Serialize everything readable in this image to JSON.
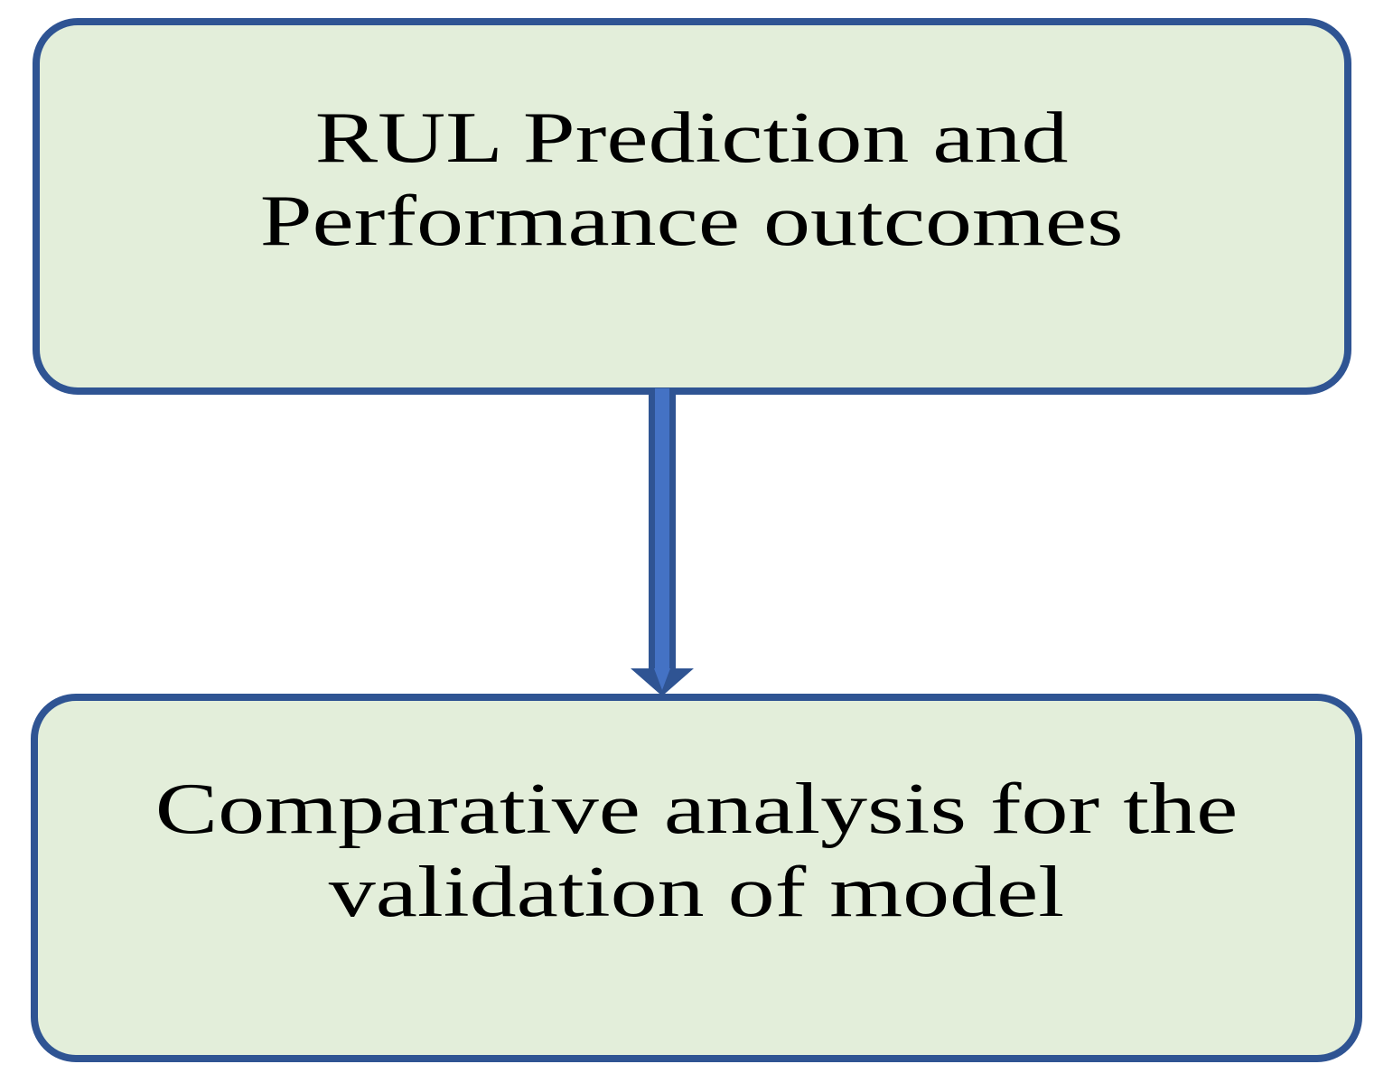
{
  "flowchart": {
    "boxes": [
      {
        "id": "rul-prediction",
        "lines": [
          "RUL Prediction and",
          "Performance outcomes"
        ]
      },
      {
        "id": "comparative-analysis",
        "lines": [
          "Comparative analysis for the",
          "validation of model"
        ]
      }
    ],
    "connectors": [
      {
        "type": "arrow-down",
        "from": "rul-prediction",
        "to": "comparative-analysis"
      }
    ],
    "colors": {
      "background": "#ffffff",
      "box_fill": "#e3eeda",
      "box_border": "#2f5493",
      "arrow_outline": "#2f5493",
      "arrow_fill": "#4472c4",
      "text": "#000000"
    }
  }
}
